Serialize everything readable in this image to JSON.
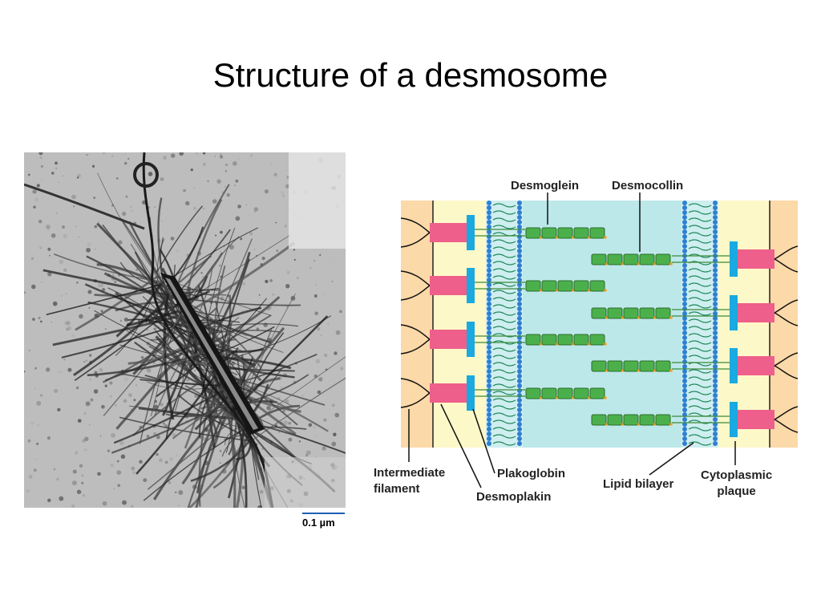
{
  "title": "Structure of a desmosome",
  "micrograph": {
    "scale_bar_label": "0.1 µm"
  },
  "diagram": {
    "labels": {
      "desmoglein": "Desmoglein",
      "desmocollin": "Desmocollin",
      "intermediate_filament_line1": "Intermediate",
      "intermediate_filament_line2": "filament",
      "desmoplakin": "Desmoplakin",
      "plakoglobin": "Plakoglobin",
      "lipid_bilayer": "Lipid bilayer",
      "cytoplasmic_plaque_line1": "Cytoplasmic",
      "cytoplasmic_plaque_line2": "plaque"
    },
    "colors": {
      "cytoplasm_orange": "#fcd9a8",
      "plaque_yellow": "#fdf8c8",
      "intercellular_space": "#bde8ea",
      "desmoplakin_pink": "#ee5f8b",
      "plakoglobin_blue": "#1aa9e0",
      "lipid_bilayer_blue": "#2f7fd0",
      "cadherin_green": "#4bb04b"
    }
  }
}
